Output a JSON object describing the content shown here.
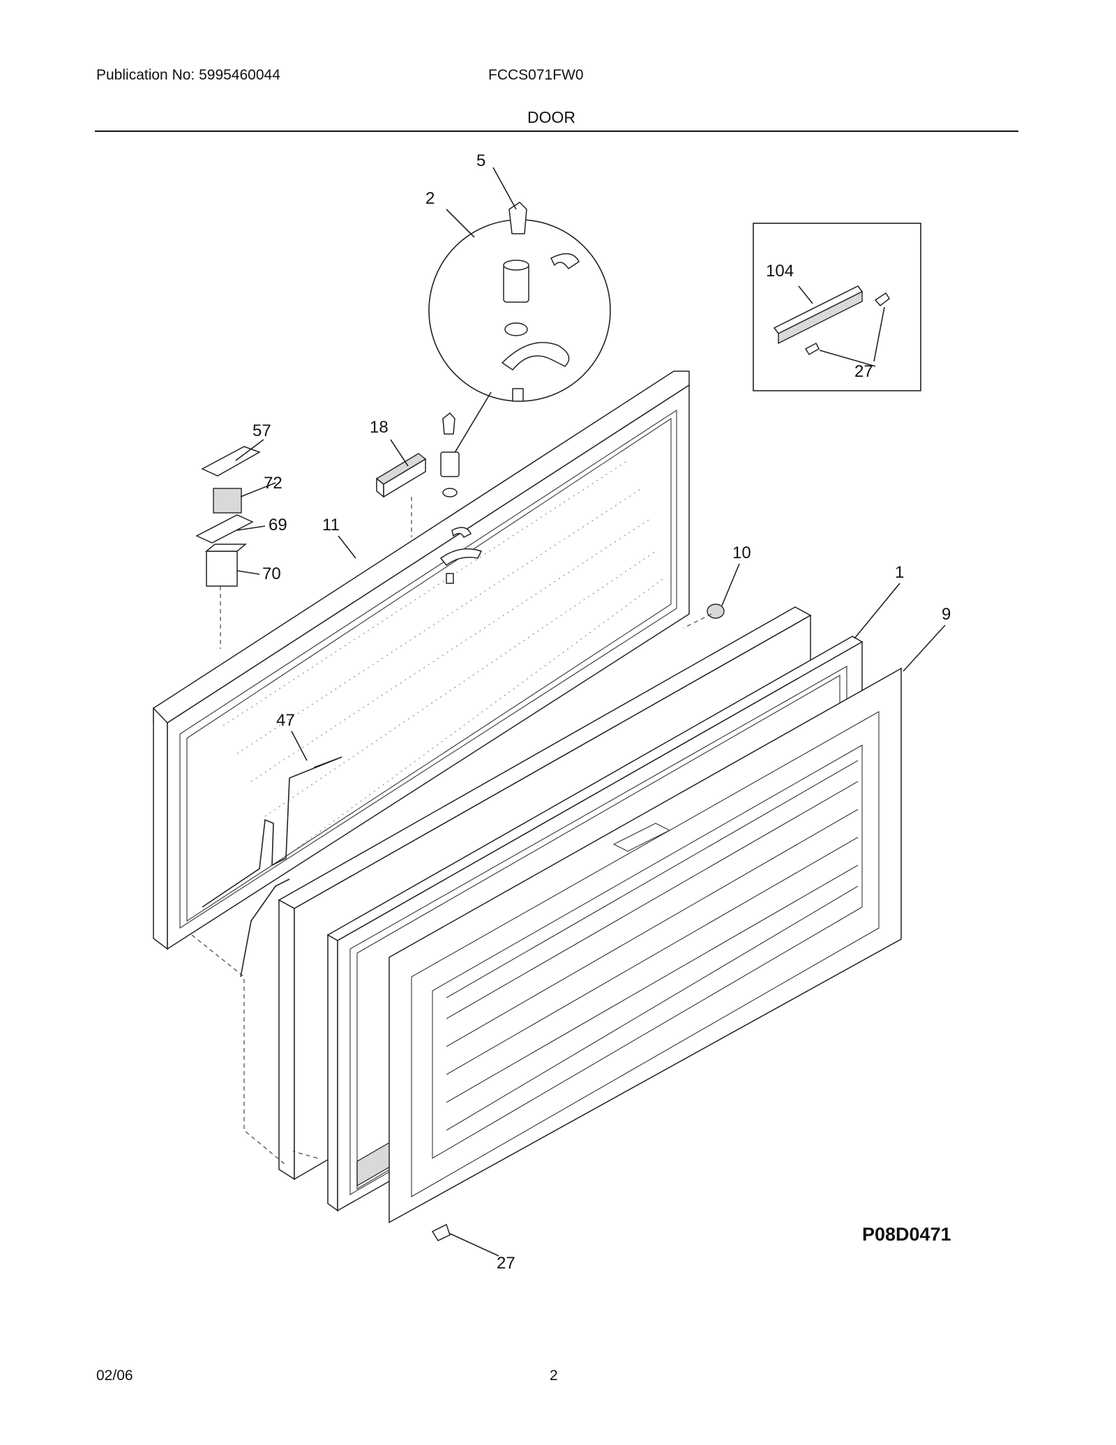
{
  "header": {
    "publication": "Publication No: 5995460044",
    "model": "FCCS071FW0",
    "section": "DOOR"
  },
  "footer": {
    "date": "02/06",
    "page": "2"
  },
  "diagram": {
    "code": "P08D0471",
    "callouts": {
      "c1": "1",
      "c2": "2",
      "c5": "5",
      "c9": "9",
      "c10": "10",
      "c11": "11",
      "c18": "18",
      "c27a": "27",
      "c27b": "27",
      "c47": "47",
      "c57": "57",
      "c69": "69",
      "c70": "70",
      "c72": "72",
      "c104": "104"
    }
  }
}
